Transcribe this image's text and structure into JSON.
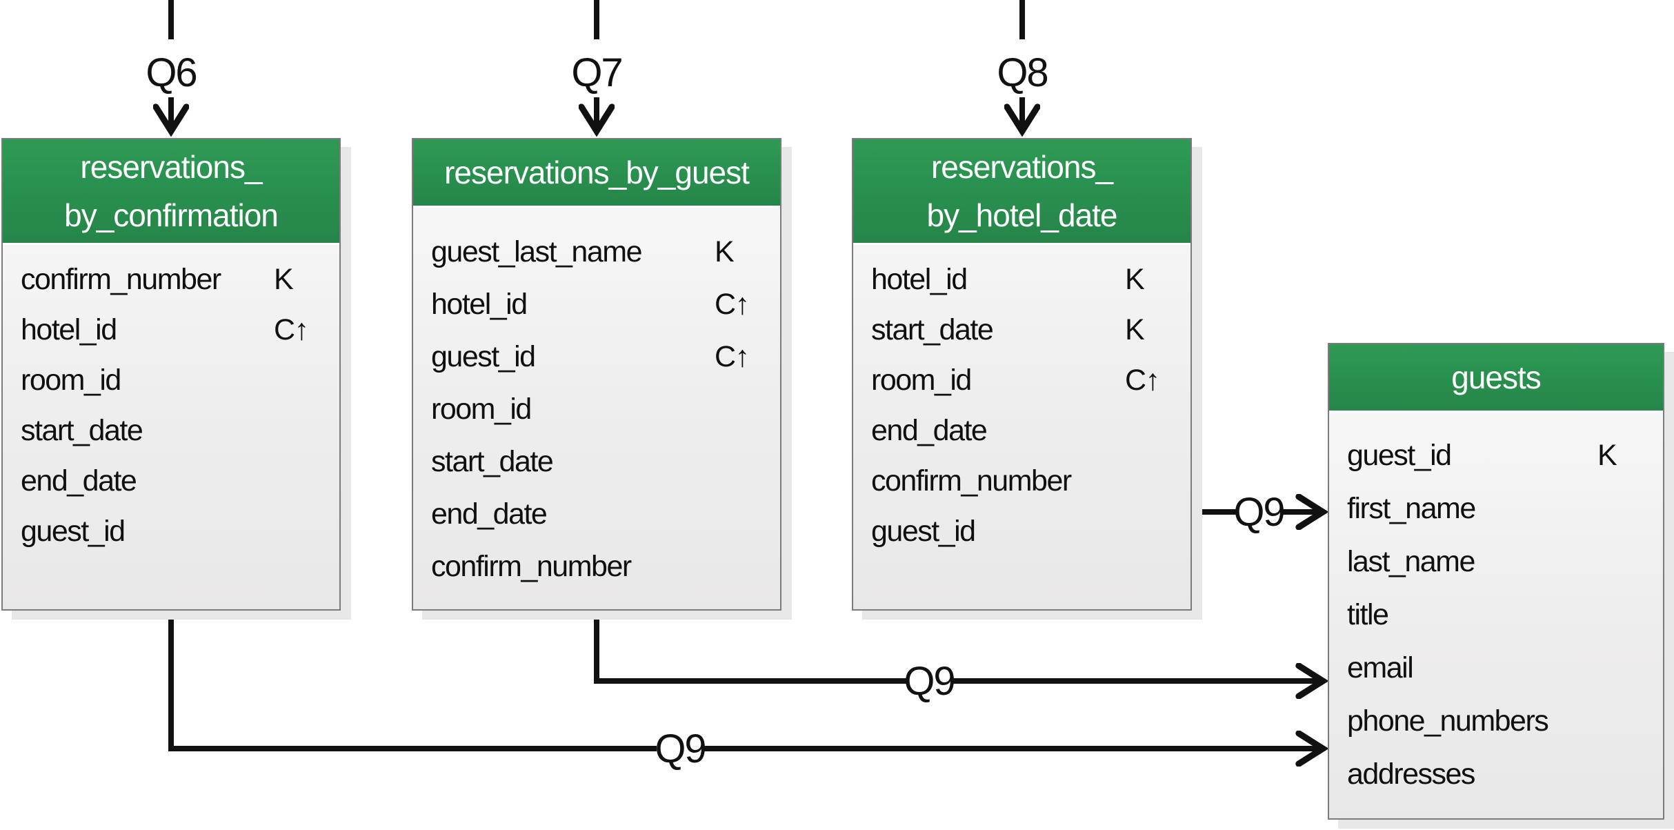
{
  "diagram_title": "hotel reservation Cassandra table diagram",
  "colors": {
    "header_green": "#29914F",
    "body_fill": "#efeeee",
    "border_gray": "#7b7b7b",
    "line_black": "#111111",
    "shadow_gray": "#e7e7e7"
  },
  "tables": {
    "reservations_by_confirmation": {
      "title_line1": "reservations_",
      "title_line2": "by_confirmation",
      "rows": [
        {
          "name": "confirm_number",
          "key": "K"
        },
        {
          "name": "hotel_id",
          "key": "C↑"
        },
        {
          "name": "room_id",
          "key": ""
        },
        {
          "name": "start_date",
          "key": ""
        },
        {
          "name": "end_date",
          "key": ""
        },
        {
          "name": "guest_id",
          "key": ""
        }
      ]
    },
    "reservations_by_guest": {
      "title_line1": "reservations_by_guest",
      "rows": [
        {
          "name": "guest_last_name",
          "key": "K"
        },
        {
          "name": "hotel_id",
          "key": "C↑"
        },
        {
          "name": "guest_id",
          "key": "C↑"
        },
        {
          "name": "room_id",
          "key": ""
        },
        {
          "name": "start_date",
          "key": ""
        },
        {
          "name": "end_date",
          "key": ""
        },
        {
          "name": "confirm_number",
          "key": ""
        }
      ]
    },
    "reservations_by_hotel_date": {
      "title_line1": "reservations_",
      "title_line2": "by_hotel_date",
      "rows": [
        {
          "name": "hotel_id",
          "key": "K"
        },
        {
          "name": "start_date",
          "key": "K"
        },
        {
          "name": "room_id",
          "key": "C↑"
        },
        {
          "name": "end_date",
          "key": ""
        },
        {
          "name": "confirm_number",
          "key": ""
        },
        {
          "name": "guest_id",
          "key": ""
        }
      ]
    },
    "guests": {
      "title_line1": "guests",
      "rows": [
        {
          "name": "guest_id",
          "key": "K"
        },
        {
          "name": "first_name",
          "key": ""
        },
        {
          "name": "last_name",
          "key": ""
        },
        {
          "name": "title",
          "key": ""
        },
        {
          "name": "email",
          "key": ""
        },
        {
          "name": "phone_numbers",
          "key": ""
        },
        {
          "name": "addresses",
          "key": ""
        }
      ]
    }
  },
  "connectors": {
    "q6_to_reservations_by_confirmation": {
      "label": "Q6"
    },
    "q7_to_reservations_by_guest": {
      "label": "Q7"
    },
    "q8_to_reservations_by_hotel_date": {
      "label": "Q8"
    },
    "q9_hotel_date_to_guests": {
      "label": "Q9"
    },
    "q9_guest_to_guests": {
      "label": "Q9"
    },
    "q9_confirmation_to_guests": {
      "label": "Q9"
    }
  }
}
